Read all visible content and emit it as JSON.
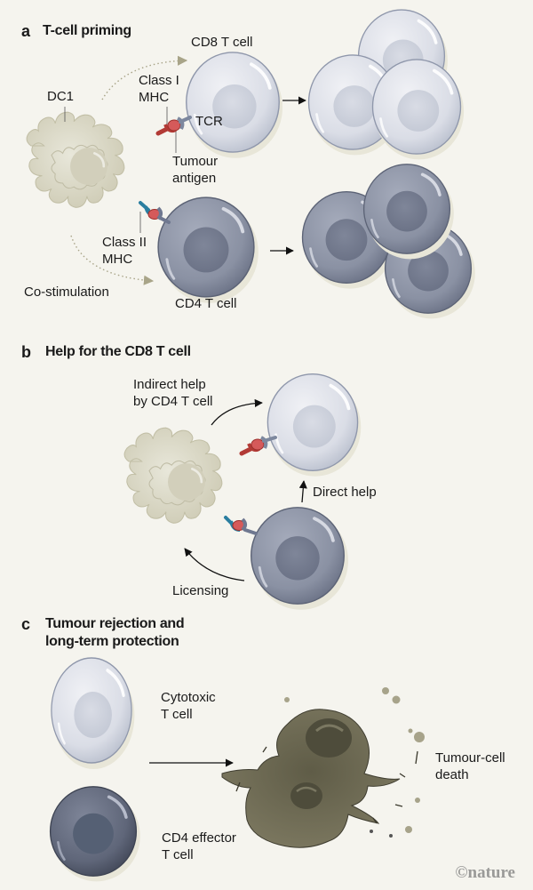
{
  "panels": {
    "a": {
      "letter": "a",
      "title": "T-cell priming",
      "labels": {
        "cd8": "CD8 T cell",
        "dc1": "DC1",
        "class1": "Class I\nMHC",
        "tcr": "TCR",
        "antigen": "Tumour\nantigen",
        "class2": "Class II\nMHC",
        "costim": "Co-stimulation",
        "cd4": "CD4 T cell"
      }
    },
    "b": {
      "letter": "b",
      "title": "Help for the CD8 T cell",
      "labels": {
        "indirect": "Indirect help\nby CD4 T cell",
        "direct": "Direct help",
        "licensing": "Licensing"
      }
    },
    "c": {
      "letter": "c",
      "title": "Tumour rejection and\nlong-term protection",
      "labels": {
        "cytotoxic": "Cytotoxic\nT cell",
        "cd4eff": "CD4 effector\nT cell",
        "death": "Tumour-cell\ndeath"
      }
    }
  },
  "colors": {
    "background": "#f5f4ee",
    "cd8_cell": "#dfe2ea",
    "cd4_cell": "#8d94a6",
    "dc_cell": "#dcdac8",
    "mhc1": "#b23a35",
    "mhc2": "#2a7ea0",
    "antigen": "#d55a5a",
    "tumour": "#6e6b55"
  },
  "credit": "©nature"
}
